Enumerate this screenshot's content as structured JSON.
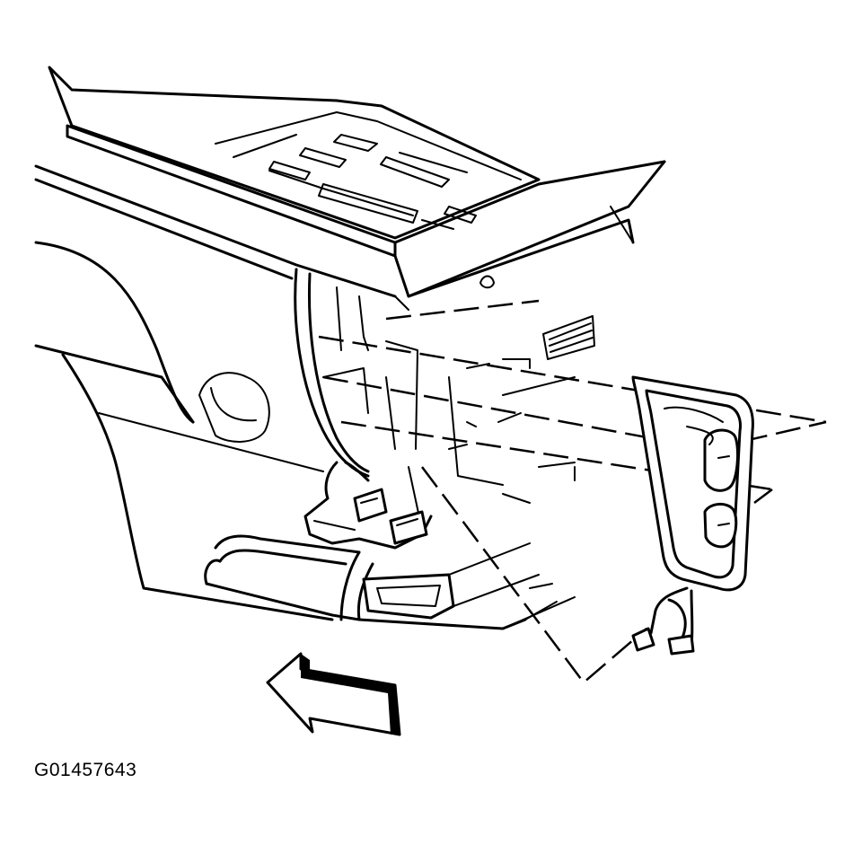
{
  "figure": {
    "id_label": "G01457643",
    "components": [
      "truck-bed-rear",
      "tailgate-top",
      "tail-lamp-assembly",
      "wiring-harness",
      "bumper",
      "direction-arrow"
    ]
  }
}
